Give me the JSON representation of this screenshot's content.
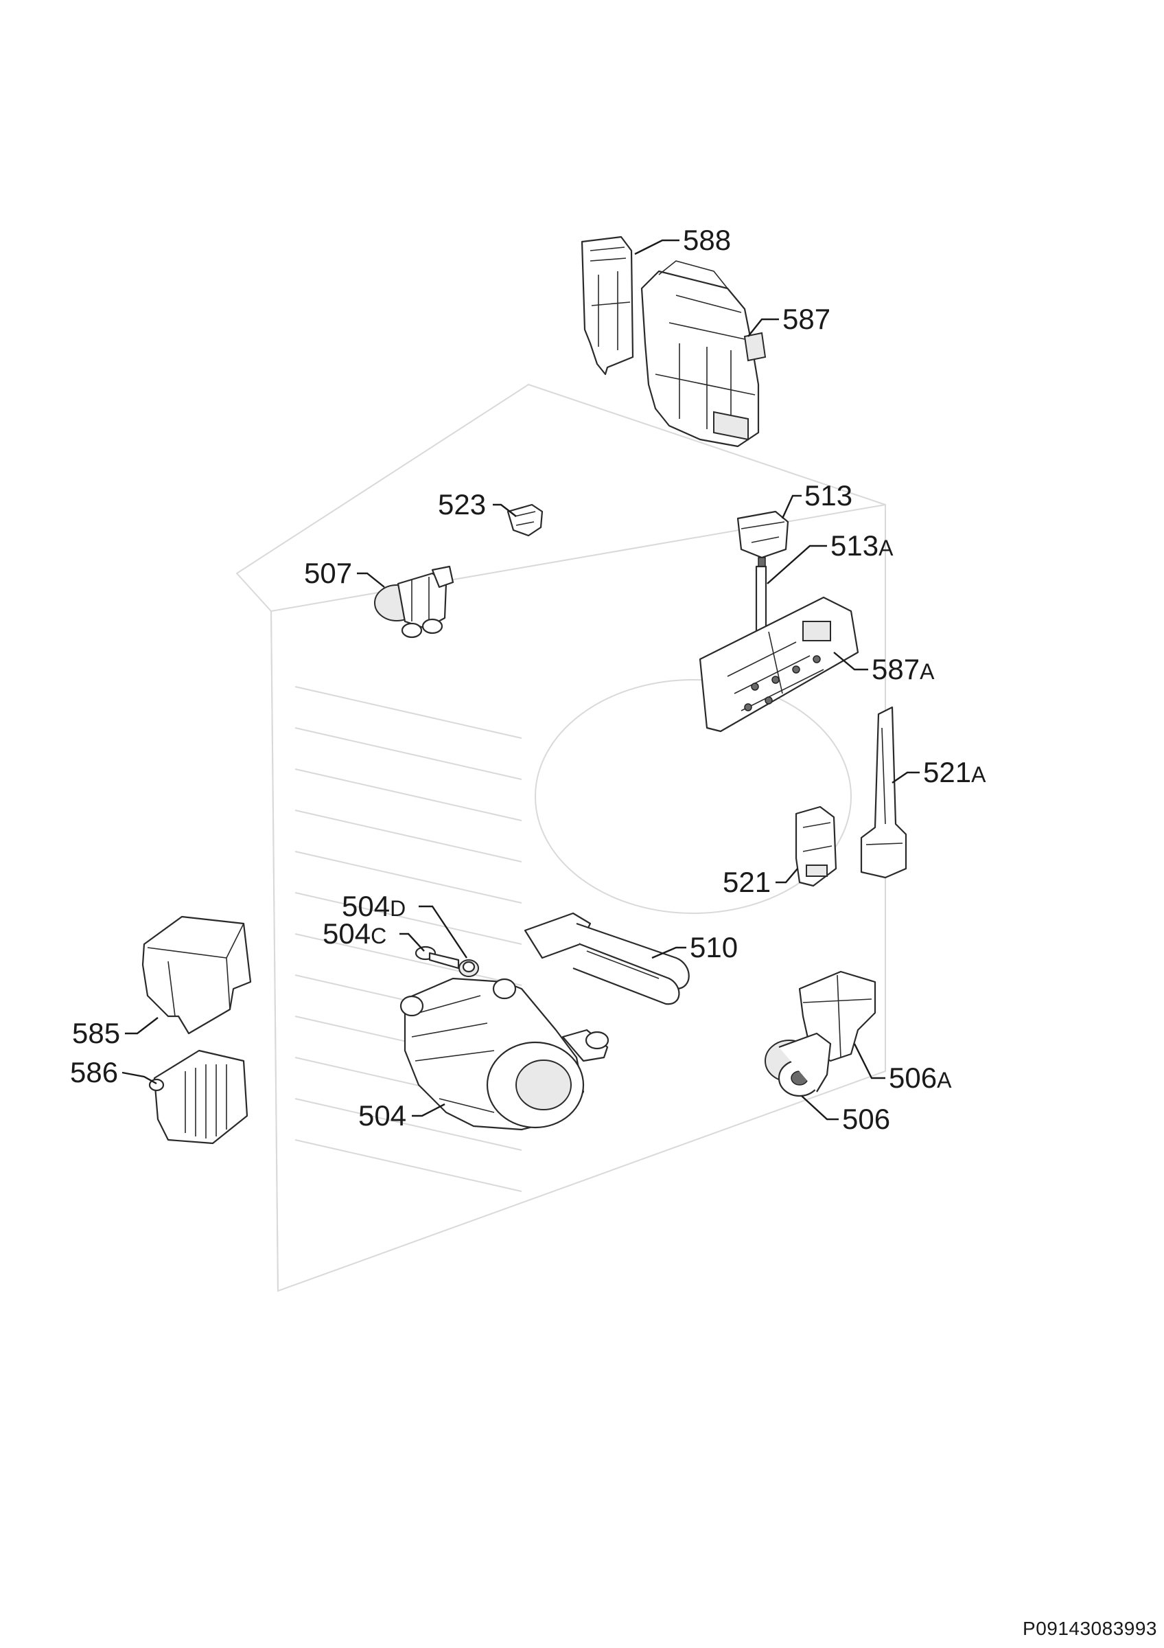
{
  "parts": [
    {
      "id": "588",
      "num": "588",
      "suffix": ""
    },
    {
      "id": "587",
      "num": "587",
      "suffix": ""
    },
    {
      "id": "523",
      "num": "523",
      "suffix": ""
    },
    {
      "id": "513",
      "num": "513",
      "suffix": ""
    },
    {
      "id": "513A",
      "num": "513",
      "suffix": "A"
    },
    {
      "id": "507",
      "num": "507",
      "suffix": ""
    },
    {
      "id": "587A",
      "num": "587",
      "suffix": "A"
    },
    {
      "id": "521A",
      "num": "521",
      "suffix": "A"
    },
    {
      "id": "521",
      "num": "521",
      "suffix": ""
    },
    {
      "id": "504D",
      "num": "504",
      "suffix": "D"
    },
    {
      "id": "504C",
      "num": "504",
      "suffix": "C"
    },
    {
      "id": "510",
      "num": "510",
      "suffix": ""
    },
    {
      "id": "585",
      "num": "585",
      "suffix": ""
    },
    {
      "id": "586",
      "num": "586",
      "suffix": ""
    },
    {
      "id": "506A",
      "num": "506",
      "suffix": "A"
    },
    {
      "id": "504",
      "num": "504",
      "suffix": ""
    },
    {
      "id": "506",
      "num": "506",
      "suffix": ""
    }
  ],
  "document_code": "P09143083993"
}
